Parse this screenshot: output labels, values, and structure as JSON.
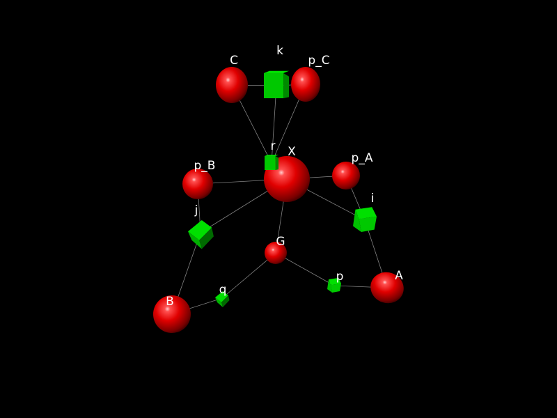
{
  "colors": {
    "background": "#000000",
    "sphere": "#e00000",
    "cube": "#00c000",
    "edge": "#9a9a9a",
    "label": "#ffffff"
  },
  "nodes": [
    {
      "id": "X",
      "label": "X",
      "shape": "sphere"
    },
    {
      "id": "C",
      "label": "C",
      "shape": "sphere"
    },
    {
      "id": "pC",
      "label": "p_C",
      "shape": "sphere"
    },
    {
      "id": "k",
      "label": "k",
      "shape": "cube"
    },
    {
      "id": "r",
      "label": "r",
      "shape": "cube"
    },
    {
      "id": "pB",
      "label": "p_B",
      "shape": "sphere"
    },
    {
      "id": "pA",
      "label": "p_A",
      "shape": "sphere"
    },
    {
      "id": "j",
      "label": "j",
      "shape": "cube"
    },
    {
      "id": "i",
      "label": "i",
      "shape": "cube"
    },
    {
      "id": "G",
      "label": "G",
      "shape": "sphere"
    },
    {
      "id": "p",
      "label": "p",
      "shape": "cube"
    },
    {
      "id": "q",
      "label": "q",
      "shape": "cube"
    },
    {
      "id": "A",
      "label": "A",
      "shape": "sphere"
    },
    {
      "id": "B",
      "label": "B",
      "shape": "sphere"
    }
  ],
  "edges": [
    [
      "C",
      "k"
    ],
    [
      "k",
      "pC"
    ],
    [
      "C",
      "r"
    ],
    [
      "k",
      "r"
    ],
    [
      "pC",
      "r"
    ],
    [
      "pB",
      "X"
    ],
    [
      "X",
      "pA"
    ],
    [
      "X",
      "j"
    ],
    [
      "X",
      "i"
    ],
    [
      "X",
      "G"
    ],
    [
      "pB",
      "j"
    ],
    [
      "pA",
      "i"
    ],
    [
      "i",
      "A"
    ],
    [
      "G",
      "p"
    ],
    [
      "p",
      "A"
    ],
    [
      "G",
      "q"
    ],
    [
      "q",
      "B"
    ],
    [
      "j",
      "B"
    ]
  ]
}
